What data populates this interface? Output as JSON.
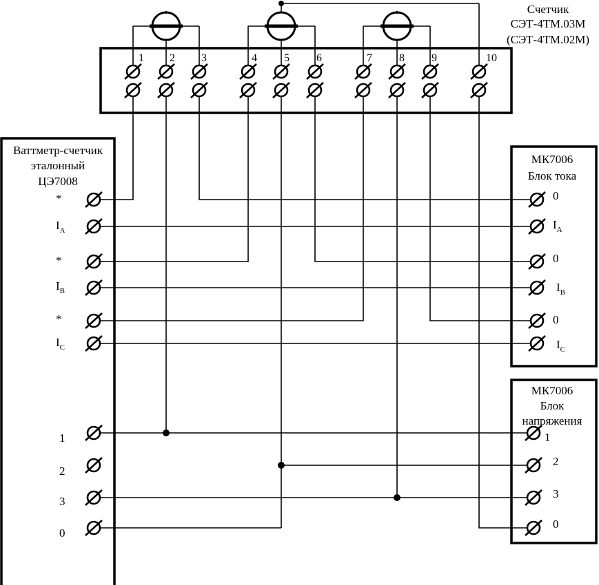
{
  "meter": {
    "title": "Счетчик",
    "model_1": "СЭТ-4ТМ.03М",
    "model_2": "(СЭТ-4ТМ.02М)",
    "terminals": [
      "1",
      "2",
      "3",
      "4",
      "5",
      "6",
      "7",
      "8",
      "9",
      "10"
    ]
  },
  "reference": {
    "title_1": "Ваттметр-счетчик",
    "title_2": "эталонный",
    "title_3": "ЦЭ7008",
    "current_terminals": [
      {
        "mark": "*",
        "sub": ""
      },
      {
        "mark": "I",
        "sub": "A"
      },
      {
        "mark": "*",
        "sub": ""
      },
      {
        "mark": "I",
        "sub": "B"
      },
      {
        "mark": "*",
        "sub": ""
      },
      {
        "mark": "I",
        "sub": "C"
      }
    ],
    "voltage_terminals": [
      "1",
      "2",
      "3",
      "0"
    ]
  },
  "current_block": {
    "title_1": "МК7006",
    "title_2": "Блок тока",
    "terminals": [
      {
        "mark": "0",
        "sub": ""
      },
      {
        "mark": "I",
        "sub": "A"
      },
      {
        "mark": "0",
        "sub": ""
      },
      {
        "mark": "I",
        "sub": "B"
      },
      {
        "mark": "0",
        "sub": ""
      },
      {
        "mark": "I",
        "sub": "C"
      }
    ]
  },
  "voltage_block": {
    "title_1": "МК7006",
    "title_2": "Блок",
    "title_3": "напряжения",
    "terminals": [
      "1",
      "2",
      "3",
      "0"
    ]
  }
}
